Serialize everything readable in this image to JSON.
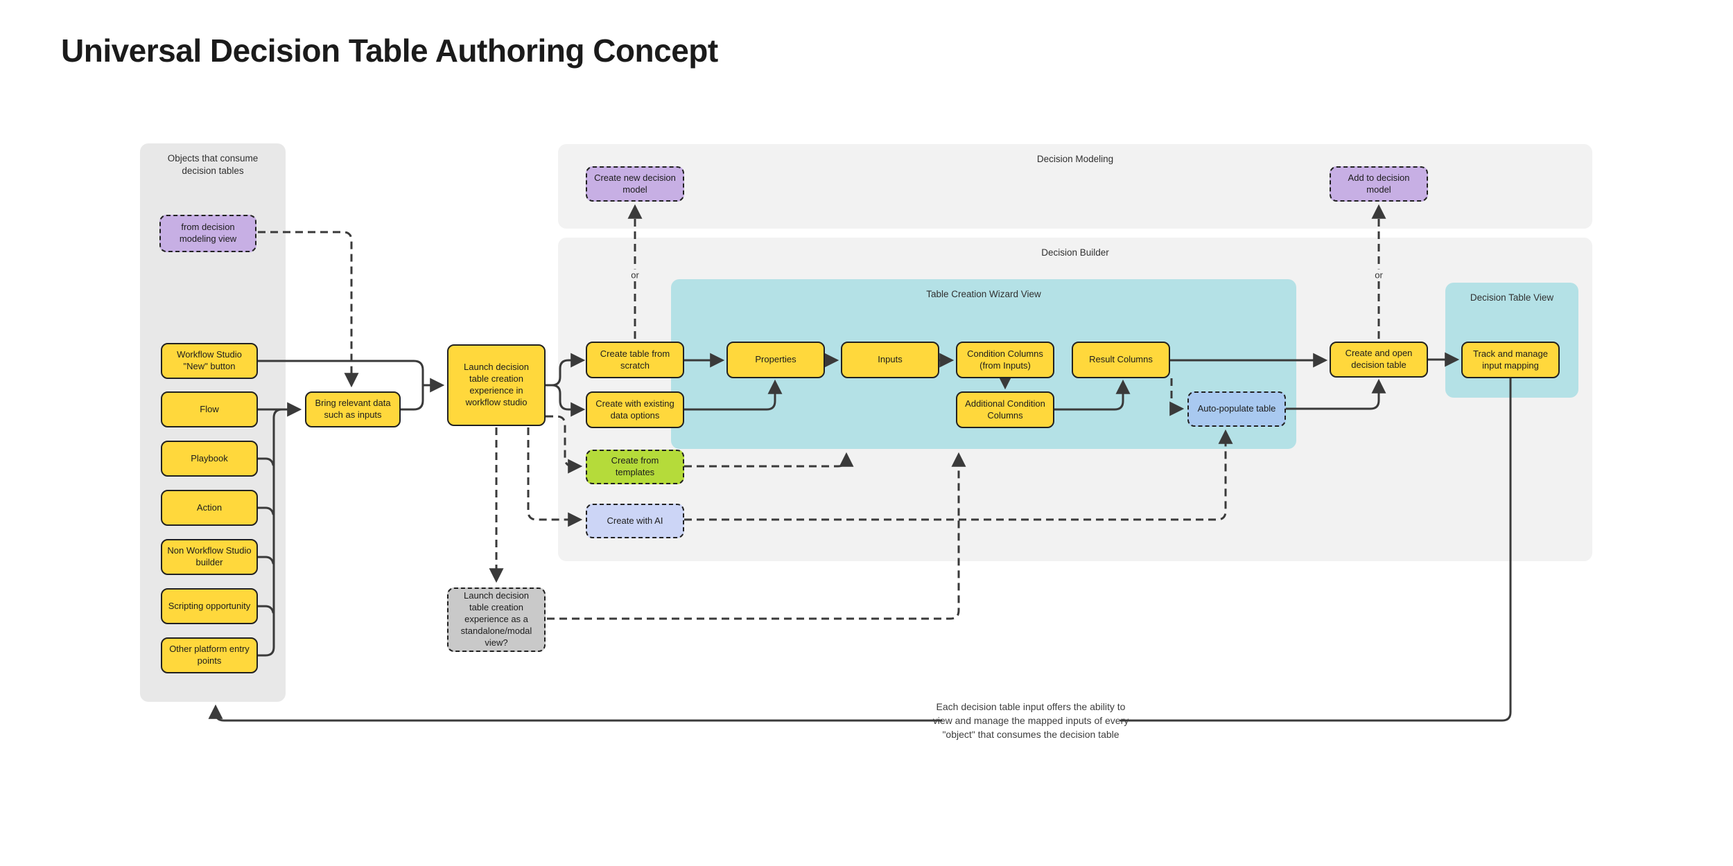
{
  "title": "Universal Decision Table Authoring Concept",
  "panels": {
    "objects": {
      "label": "Objects that consume decision tables"
    },
    "decision_modeling": {
      "label": "Decision Modeling"
    },
    "decision_builder": {
      "label": "Decision Builder"
    },
    "wizard": {
      "label": "Table Creation Wizard View"
    },
    "decision_table_view": {
      "label": "Decision Table View"
    }
  },
  "nodes": {
    "from_modeling": {
      "label": "from decision modeling view"
    },
    "workflow_new": {
      "label": "Workflow Studio \"New\" button"
    },
    "flow": {
      "label": "Flow"
    },
    "playbook": {
      "label": "Playbook"
    },
    "action": {
      "label": "Action"
    },
    "non_workflow_builder": {
      "label": "Non Workflow Studio builder"
    },
    "scripting": {
      "label": "Scripting opportunity"
    },
    "other_entry": {
      "label": "Other platform entry points"
    },
    "bring_data": {
      "label": "Bring relevant data such as inputs"
    },
    "launch_studio": {
      "label": "Launch decision table creation experience in workflow studio"
    },
    "create_scratch": {
      "label": "Create table from scratch"
    },
    "create_existing": {
      "label": "Create with existing data options"
    },
    "create_templates": {
      "label": "Create from templates"
    },
    "create_ai": {
      "label": "Create with AI"
    },
    "create_new_model": {
      "label": "Create new decision model"
    },
    "add_to_model": {
      "label": "Add to decision model"
    },
    "properties": {
      "label": "Properties"
    },
    "inputs": {
      "label": "Inputs"
    },
    "condition_columns": {
      "label": "Condition Columns (from Inputs)"
    },
    "additional_condition_columns": {
      "label": "Additional Condition Columns"
    },
    "result_columns": {
      "label": "Result Columns"
    },
    "auto_populate": {
      "label": "Auto-populate table"
    },
    "create_open": {
      "label": "Create and open decision table"
    },
    "track_manage": {
      "label": "Track and manage input mapping"
    },
    "modal_view": {
      "label": "Launch decision table creation experience as a standalone/modal view?"
    }
  },
  "labels": {
    "or_left": "or",
    "or_right": "or"
  },
  "annotation": {
    "line1": "Each decision table input offers the ability to",
    "line2": "view and manage the mapped inputs of every",
    "line3": "\"object\" that consumes the decision table"
  },
  "colors": {
    "node_yellow": "#ffd83c",
    "node_purple": "#c7afe4",
    "node_green": "#b5db3a",
    "node_lavender": "#ccd5f6",
    "node_blue": "#a9c9f0",
    "node_gray": "#c9c9c9",
    "panel_teal": "#b4e1e6",
    "panel_gray": "#f2f2f2",
    "left_panel_gray": "#e8e8e8",
    "connector": "#3a3a3a"
  }
}
